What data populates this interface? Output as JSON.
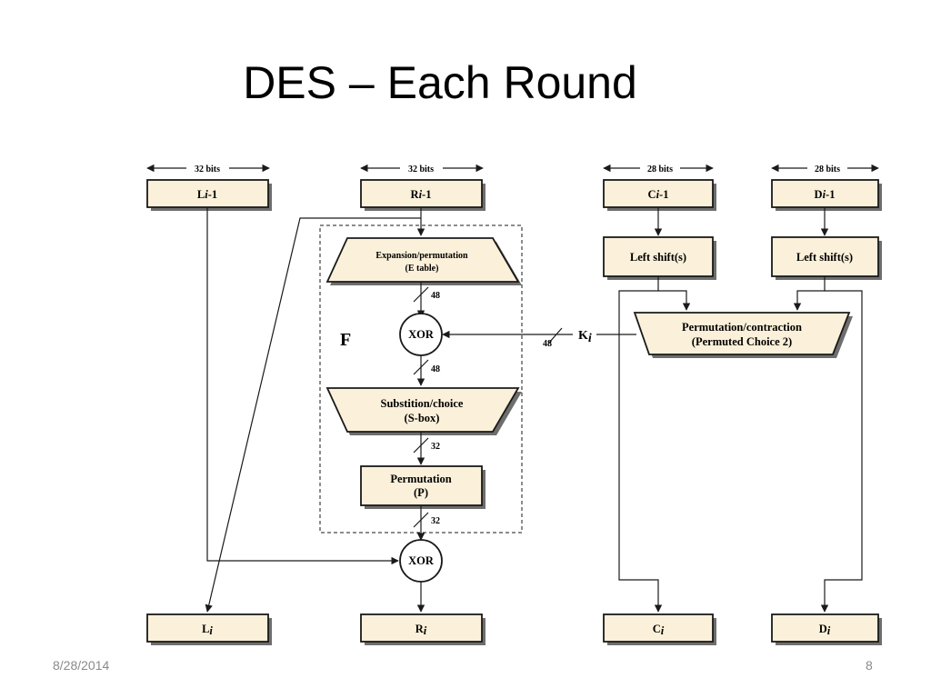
{
  "slide": {
    "title": "DES – Each Round",
    "date": "8/28/2014",
    "page": "8"
  },
  "diagram": {
    "widths": {
      "l": "32 bits",
      "r": "32 bits",
      "c": "28 bits",
      "d": "28 bits"
    },
    "inputs": {
      "l_prev": {
        "main": "L",
        "sub": "i",
        "suffix": "-1"
      },
      "r_prev": {
        "main": "R",
        "sub": "i",
        "suffix": "-1"
      },
      "c_prev": {
        "main": "C",
        "sub": "i",
        "suffix": "-1"
      },
      "d_prev": {
        "main": "D",
        "sub": "i",
        "suffix": "-1"
      }
    },
    "outputs": {
      "l_out": {
        "main": "L",
        "sub": "i"
      },
      "r_out": {
        "main": "R",
        "sub": "i"
      },
      "c_out": {
        "main": "C",
        "sub": "i"
      },
      "d_out": {
        "main": "D",
        "sub": "i"
      }
    },
    "expansion": {
      "line1": "Expansion/permutation",
      "line2": "(E table)"
    },
    "xor_label": "XOR",
    "f_label": "F",
    "sbox": {
      "line1": "Substition/choice",
      "line2": "(S-box)"
    },
    "perm": {
      "line1": "Permutation",
      "line2": "(P)"
    },
    "left_shift": "Left shift(s)",
    "pc2": {
      "line1": "Permutation/contraction",
      "line2": "(Permuted Choice 2)"
    },
    "key": {
      "main": "K",
      "sub": "i"
    },
    "bus_widths": {
      "after_expansion": "48",
      "after_xor": "48",
      "after_sbox": "32",
      "after_perm": "32",
      "key": "48"
    }
  }
}
